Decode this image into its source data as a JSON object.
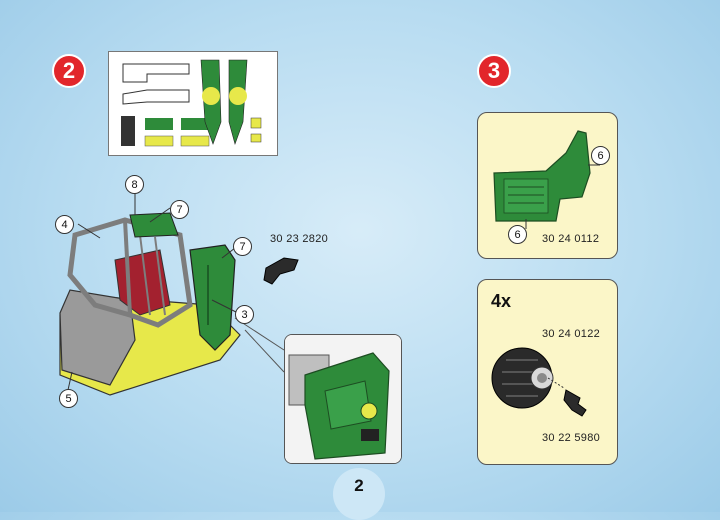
{
  "steps": {
    "step_left": "2",
    "step_right": "3"
  },
  "page": {
    "number": "2"
  },
  "parts": {
    "arm": "30 23 2820",
    "side_panel": "30 24 0112",
    "wheel": "30 24 0122",
    "axle": "30 22 5980"
  },
  "quantities": {
    "wheels": "4x"
  },
  "callouts": {
    "c3": "3",
    "c4": "4",
    "c5": "5",
    "c6a": "6",
    "c6b": "6",
    "c7a": "7",
    "c7b": "7",
    "c8": "8"
  },
  "colors": {
    "badge": "#e2262b",
    "panel": "#fbf6c8",
    "green": "#2e8b3a",
    "yellow": "#e7e84a",
    "grey": "#9a9a9a"
  }
}
